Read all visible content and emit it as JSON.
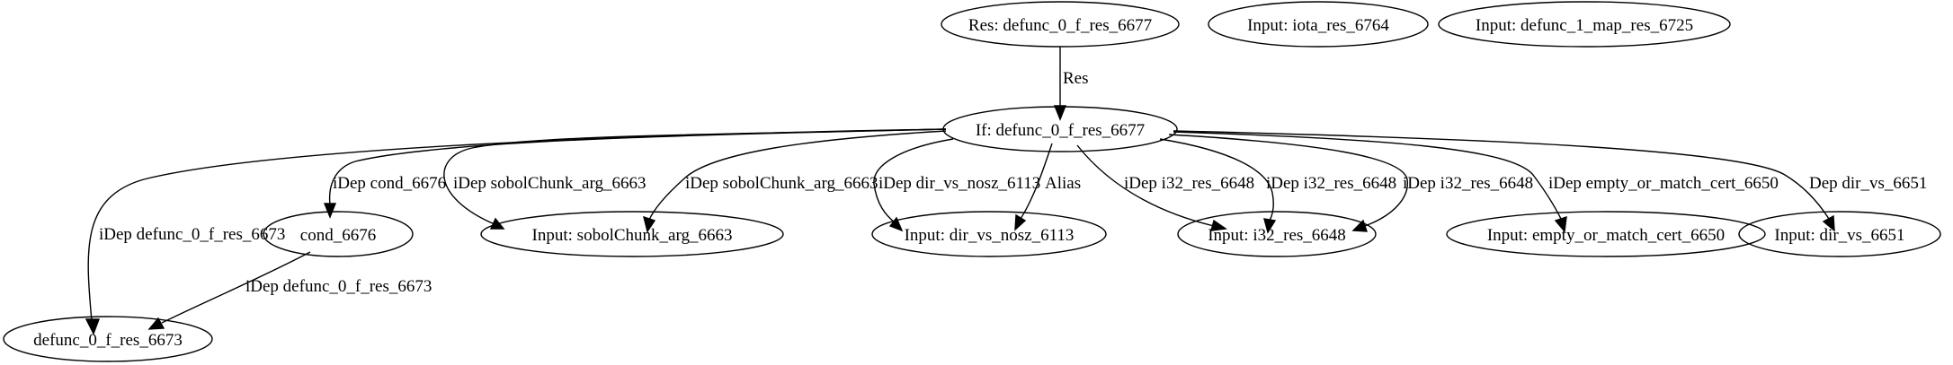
{
  "graph": {
    "nodes": [
      {
        "id": "n_res",
        "label": "Res: defunc_0_f_res_6677"
      },
      {
        "id": "n_iota",
        "label": "Input: iota_res_6764"
      },
      {
        "id": "n_map",
        "label": "Input: defunc_1_map_res_6725"
      },
      {
        "id": "n_if",
        "label": "If: defunc_0_f_res_6677"
      },
      {
        "id": "n_cond",
        "label": "cond_6676"
      },
      {
        "id": "n_sobol",
        "label": "Input: sobolChunk_arg_6663"
      },
      {
        "id": "n_dirnosz",
        "label": "Input: dir_vs_nosz_6113"
      },
      {
        "id": "n_i32",
        "label": "Input: i32_res_6648"
      },
      {
        "id": "n_empty",
        "label": "Input: empty_or_match_cert_6650"
      },
      {
        "id": "n_dirvs",
        "label": "Input: dir_vs_6651"
      },
      {
        "id": "n_defunc",
        "label": "defunc_0_f_res_6673"
      }
    ],
    "edges": [
      {
        "id": "e_res_if",
        "label": "Res"
      },
      {
        "id": "e_if_defunc",
        "label": "iDep defunc_0_f_res_6673"
      },
      {
        "id": "e_if_cond",
        "label": "iDep cond_6676"
      },
      {
        "id": "e_if_sobol_1",
        "label": "iDep sobolChunk_arg_6663"
      },
      {
        "id": "e_if_sobol_2",
        "label": "iDep sobolChunk_arg_6663"
      },
      {
        "id": "e_if_dirnosz_1",
        "label": "iDep dir_vs_nosz_6113"
      },
      {
        "id": "e_if_dirnosz_2",
        "label": "Alias"
      },
      {
        "id": "e_if_i32_1",
        "label": "iDep i32_res_6648"
      },
      {
        "id": "e_if_i32_2",
        "label": "iDep i32_res_6648"
      },
      {
        "id": "e_if_i32_3",
        "label": "iDep i32_res_6648"
      },
      {
        "id": "e_if_empty",
        "label": "iDep empty_or_match_cert_6650"
      },
      {
        "id": "e_if_dirvs",
        "label": "Dep dir_vs_6651"
      },
      {
        "id": "e_cond_defunc",
        "label": "iDep defunc_0_f_res_6673"
      }
    ]
  }
}
